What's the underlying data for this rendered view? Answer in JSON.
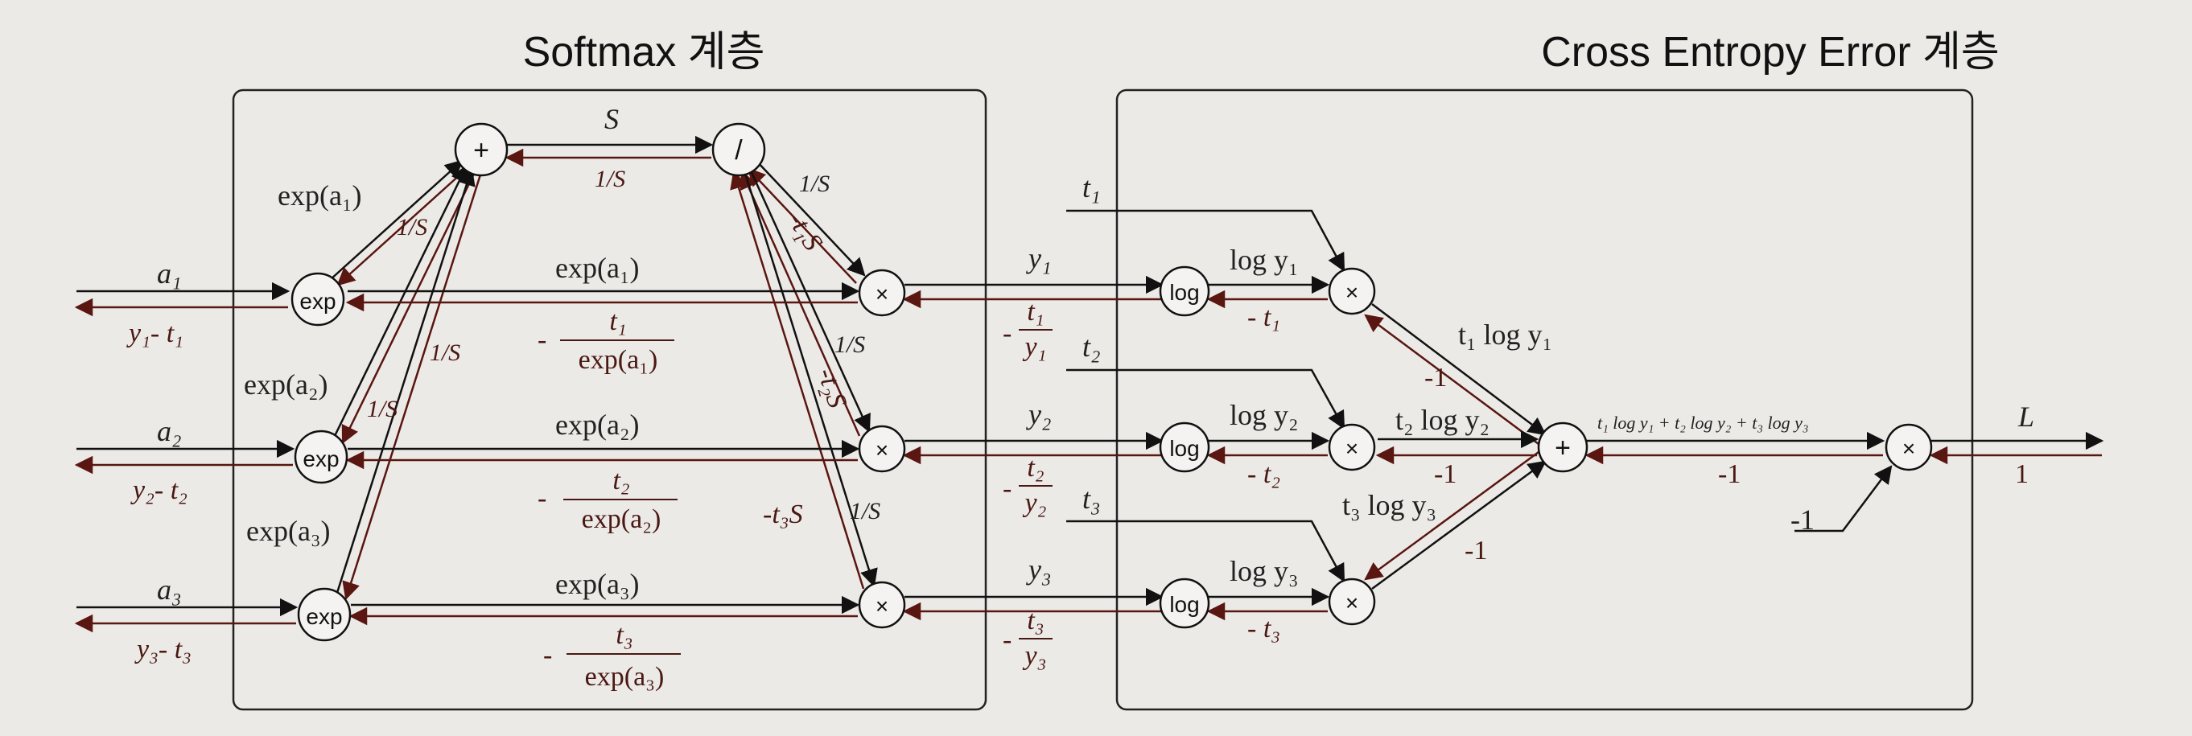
{
  "softmax_layer": {
    "title": "Softmax 계층",
    "nodes": {
      "plus": "+",
      "div": "/",
      "exp1": "exp",
      "exp2": "exp",
      "exp3": "exp",
      "mul1": "×",
      "mul2": "×",
      "mul3": "×"
    },
    "inputs": {
      "a1": "a₁",
      "a2": "a₂",
      "a3": "a₃"
    },
    "input_grads": {
      "g1": "y₁- t₁",
      "g2": "y₂- t₂",
      "g3": "y₃- t₃"
    },
    "S": "S",
    "one_over_S": "1/S",
    "forward": {
      "exp_a1_up": "exp(a₁)",
      "exp_a2_up": "exp(a₂)",
      "exp_a3_up": "exp(a₃)",
      "exp_a1": "exp(a₁)",
      "exp_a2": "exp(a₂)",
      "exp_a3": "exp(a₃)"
    },
    "backward": {
      "neg_t1_S": "-t₁S",
      "neg_t2_S": "-t₂S",
      "neg_t3_S": "-t₃S",
      "b1_num": "t₁",
      "b1_den": "exp(a₁)",
      "b2_num": "t₂",
      "b2_den": "exp(a₂)",
      "b3_num": "t₃",
      "b3_den": "exp(a₃)",
      "neg": "-"
    }
  },
  "cross_entropy_layer": {
    "title": "Cross Entropy Error 계층",
    "nodes": {
      "log1": "log",
      "log2": "log",
      "log3": "log",
      "mul1": "×",
      "mul2": "×",
      "mul3": "×",
      "plus": "+",
      "mul_final": "×"
    },
    "targets": {
      "t1": "t₁",
      "t2": "t₂",
      "t3": "t₃"
    },
    "outputs": {
      "y1": "y₁",
      "y2": "y₂",
      "y3": "y₃"
    },
    "logs": {
      "log_y1": "log y₁",
      "log_y2": "log y₂",
      "log_y3": "log y₃"
    },
    "products": {
      "t1_log_y1": "t₁ log y₁",
      "t2_log_y2": "t₂ log y₂",
      "t3_log_y3": "t₃ log y₃"
    },
    "sum_label": "t₁ log y₁ + t₂ log y₂ + t₃ log y₃",
    "grads": {
      "neg_t1": "- t₁",
      "neg_t2": "- t₂",
      "neg_t3": "- t₃",
      "y_b1_num": "t₁",
      "y_b1_den": "y₁",
      "y_b2_num": "t₂",
      "y_b2_den": "y₂",
      "y_b3_num": "t₃",
      "y_b3_den": "y₃",
      "neg_one": "-1",
      "minus": "-"
    },
    "L": "L",
    "one": "1",
    "const_neg_one": "-1"
  }
}
